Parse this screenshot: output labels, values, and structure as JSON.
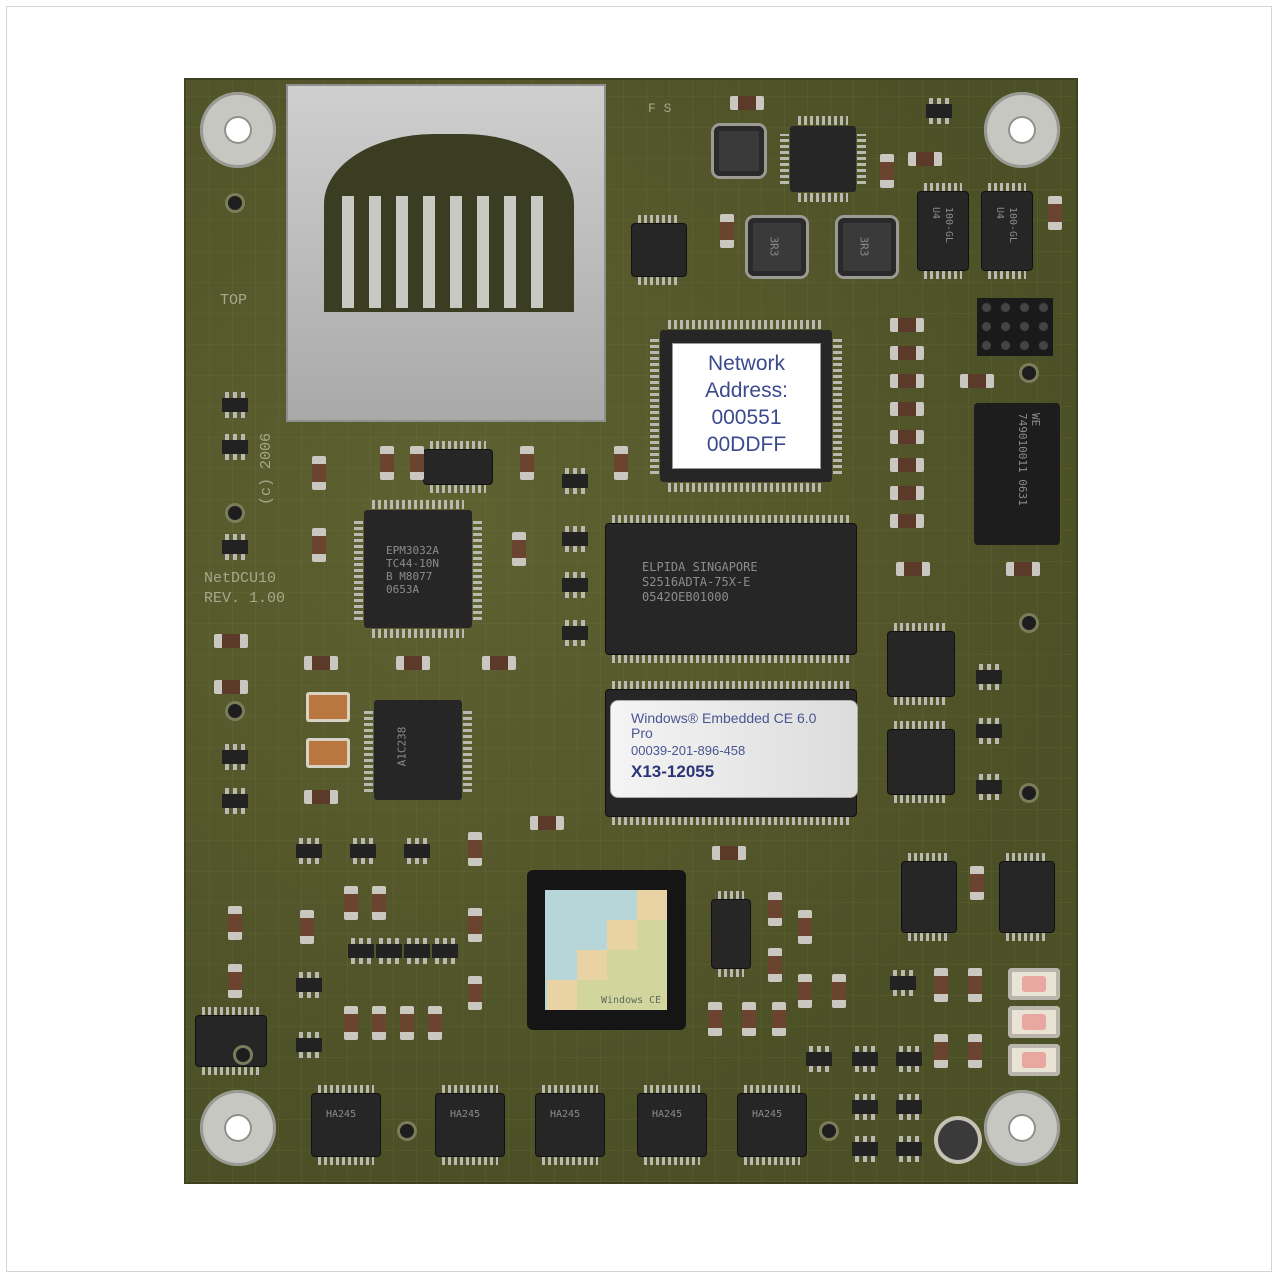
{
  "labels": {
    "network": [
      "Network",
      "Address:",
      "000551",
      "00DDFF"
    ],
    "windows": {
      "line1": "Windows® Embedded CE 6.0",
      "line2": "Pro",
      "serial": "00039-201-896-458",
      "key": "X13-12055"
    }
  },
  "silkscreen": {
    "top": "TOP",
    "board_name": "NetDCU10",
    "revision": "REV. 1.00",
    "copyright": "(c) 2006",
    "fs": "F S"
  },
  "chips": {
    "fpga": "EPM3032A\nTC44-10N\nB M8077\n0653A",
    "ram": "ELPIDA SINGAPORE\nS2516ADTA-75X-E\n0542OEB01000",
    "buffer": "A1C238",
    "cpu_mark": "Windows CE",
    "inductor1": "3R3",
    "inductor2": "3R3",
    "choke1": "100-GL\nU4",
    "choke2": "100-GL\nU4",
    "mag": "WE\n749010011 0631",
    "ic_bottom": [
      "HA245",
      "HA245",
      "HA245",
      "HA245",
      "HA245"
    ]
  },
  "colors": {
    "pcb": "#565a2c",
    "label_text": "#3b4a8f",
    "solder_mask_text": "#a8a88a"
  }
}
